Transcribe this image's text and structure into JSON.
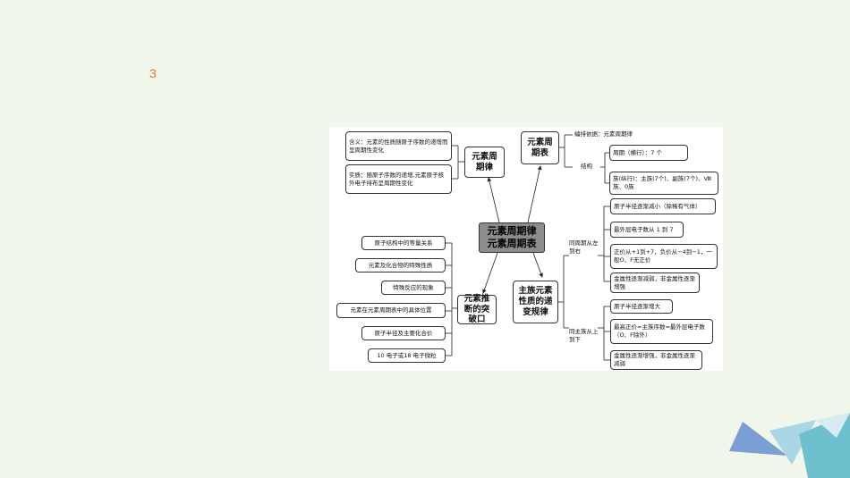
{
  "page_number": "3",
  "diagram": {
    "hub": [
      "元素周期律",
      "元素周期表"
    ],
    "law": {
      "title": "元素周期律",
      "meaning": "含义：元素的性质随原子序数的递增而呈周期性变化",
      "essence": "实质：随原子序数的递增,元素原子核外电子排布呈周期性变化"
    },
    "table": {
      "title": "元素周期表",
      "basis": "编排依据：元素周期律",
      "structure_label": "结构",
      "period": "周期（横行）：7 个",
      "group": "族(纵行)：主族(7个)、副族(7个)、Ⅷ族、0族"
    },
    "inference": {
      "title": "元素推断的突破口",
      "items": [
        "原子结构中的等量关系",
        "元素及化合物的特殊性质",
        "特殊反应的现象",
        "元素在元素周期表中的具体位置",
        "原子半径及主要化合价",
        "10 电子或18 电子微粒"
      ]
    },
    "main_group": {
      "title": "主族元素性质的递变规律",
      "same_period_label": "同周期从左到右",
      "same_period_items": [
        "原子半径逐渐减小（除稀有气体）",
        "最外层电子数从 1 到 7",
        "正价从+1到+7，负价从−4到−1，一般O、F无正价",
        "金属性逐渐减弱，非金属性逐渐增强"
      ],
      "same_group_label": "同主族从上到下",
      "same_group_items": [
        "原子半径逐渐增大",
        "最高正价=主族序数=最外层电子数（O、F除外）",
        "金属性逐渐增强，非金属性逐渐减弱"
      ]
    }
  }
}
